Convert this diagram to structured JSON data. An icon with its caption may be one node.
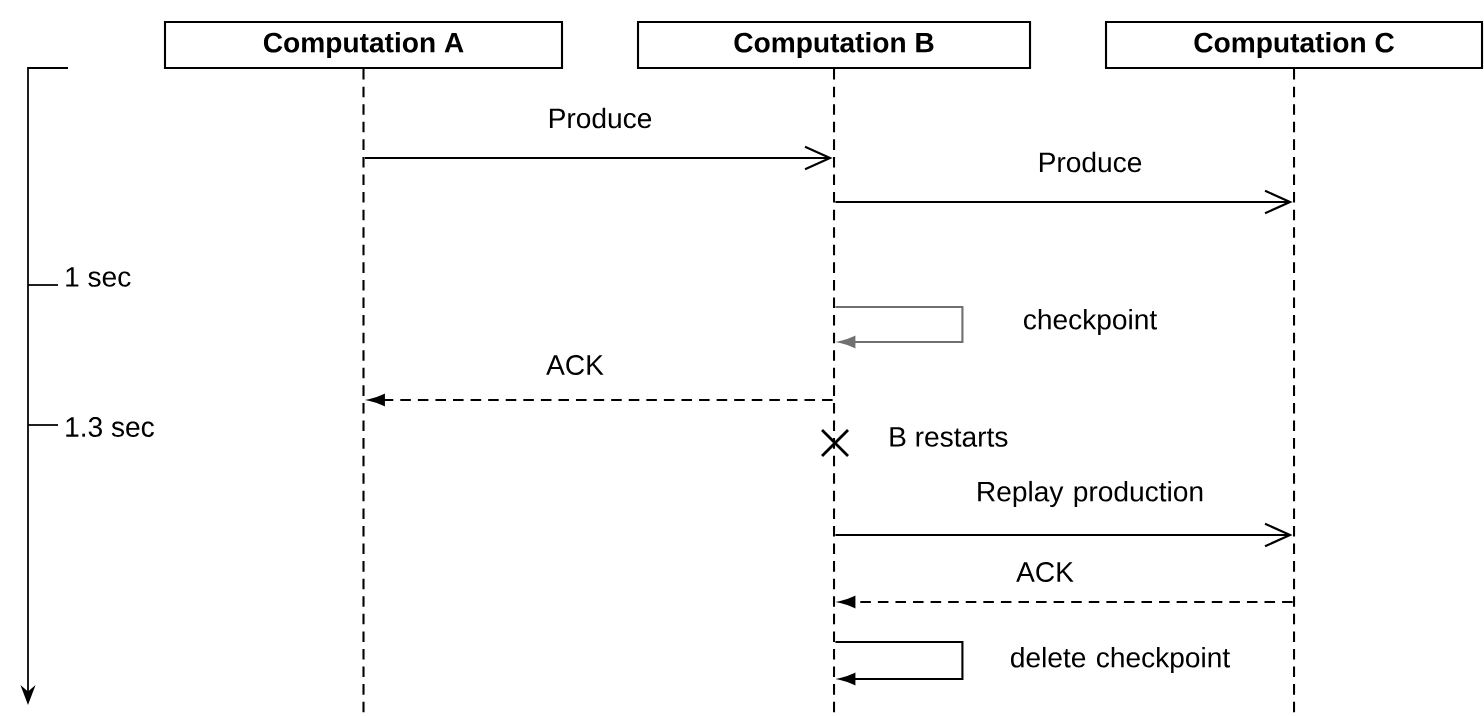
{
  "diagram": {
    "nodes": [
      {
        "text": [
          "Computation A"
        ]
      },
      {
        "text": [
          "Computation B"
        ]
      },
      {
        "text": [
          "Computation C"
        ]
      },
      {
        "text": [],
        "shape": "bar"
      },
      {
        "text": [],
        "shape": "bar"
      },
      {
        "text": [],
        "shape": "bar"
      }
    ],
    "edges": [
      {
        "from": 3,
        "to": 4,
        "arrow": "to",
        "label": "Produce"
      },
      {
        "from": 4,
        "to": 5,
        "arrow": "to",
        "label": "Produce"
      },
      {
        "from": 4,
        "to": 4,
        "arrow": "to",
        "label": "checkpoint",
        "color": "#707070"
      },
      {
        "from": 4,
        "to": 3,
        "arrow": "to",
        "label": "ACK",
        "style": "dashed"
      },
      {
        "from": 4,
        "to": 5,
        "arrow": "to",
        "label": "Replay production"
      },
      {
        "from": 5,
        "to": 4,
        "arrow": "to",
        "label": "ACK",
        "style": "dashed"
      },
      {
        "from": 4,
        "to": 4,
        "arrow": "to",
        "label": "delete checkpoint"
      }
    ],
    "labels": [
      "1 sec",
      "1.3 sec",
      "B restarts"
    ]
  }
}
